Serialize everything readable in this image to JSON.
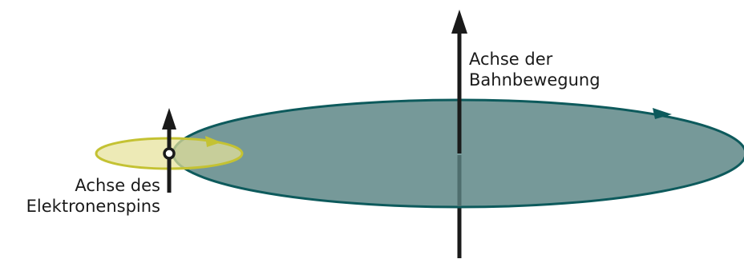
{
  "labels": {
    "orbit_axis": [
      "Achse der",
      "Bahnbewegung"
    ],
    "spin_axis": [
      "Achse des",
      "Elektronenspins"
    ]
  },
  "colors": {
    "orbit_fill": "#769999",
    "orbit_stroke": "#0d5a5c",
    "spin_fill": "#e6e29a",
    "spin_stroke": "#c4c233",
    "axis": "#1a1a1a",
    "electron_fill": "#ffffff"
  }
}
